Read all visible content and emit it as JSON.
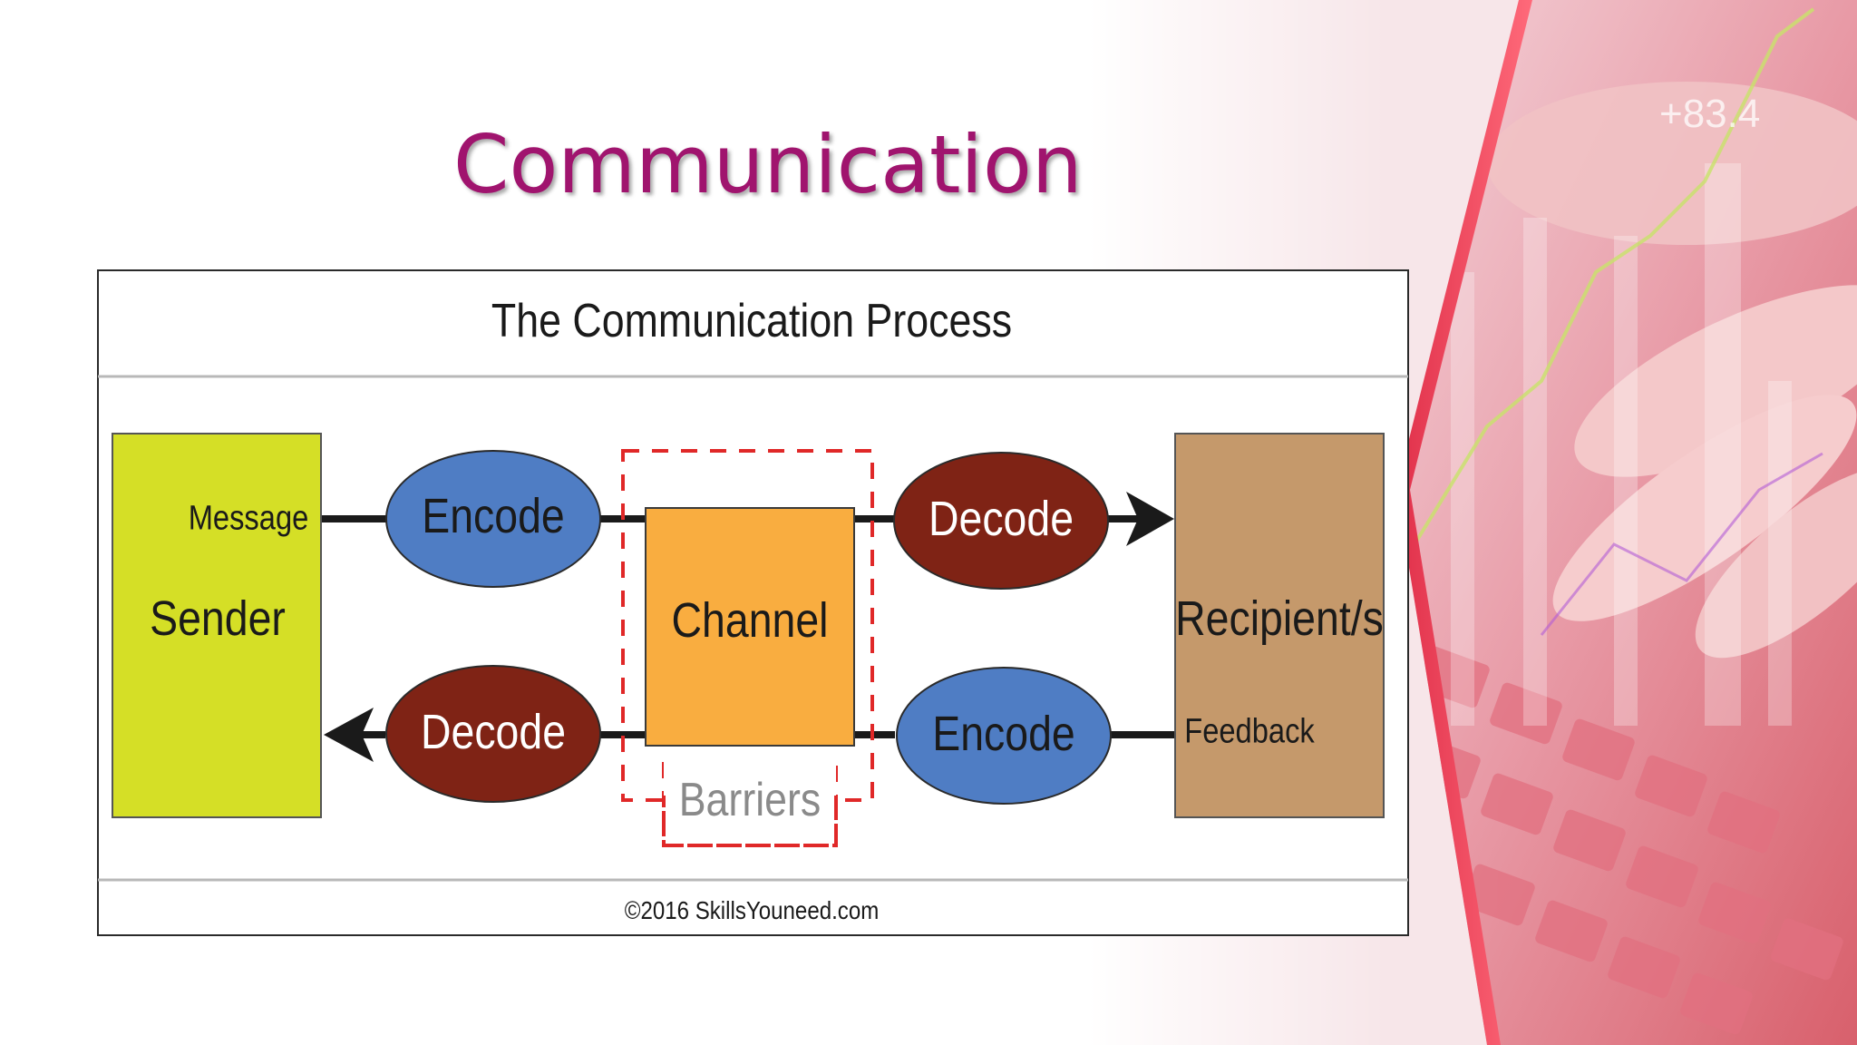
{
  "slide": {
    "title": "Communication",
    "background_text": "+83.4"
  },
  "figure": {
    "title": "The Communication Process",
    "copyright": "©2016 SkillsYouneed.com",
    "nodes": {
      "sender": "Sender",
      "recipient": "Recipient/s",
      "channel": "Channel",
      "encode_top": "Encode",
      "decode_top": "Decode",
      "decode_bottom": "Decode",
      "encode_bottom": "Encode",
      "barriers": "Barriers"
    },
    "labels": {
      "message": "Message",
      "feedback": "Feedback"
    },
    "colors": {
      "sender": "#d5df26",
      "recipient": "#c5996b",
      "channel": "#f9ad40",
      "encode": "#4f7dc4",
      "decode": "#7f2315",
      "barrier_border": "#e02828",
      "title": "#a0146e"
    }
  }
}
